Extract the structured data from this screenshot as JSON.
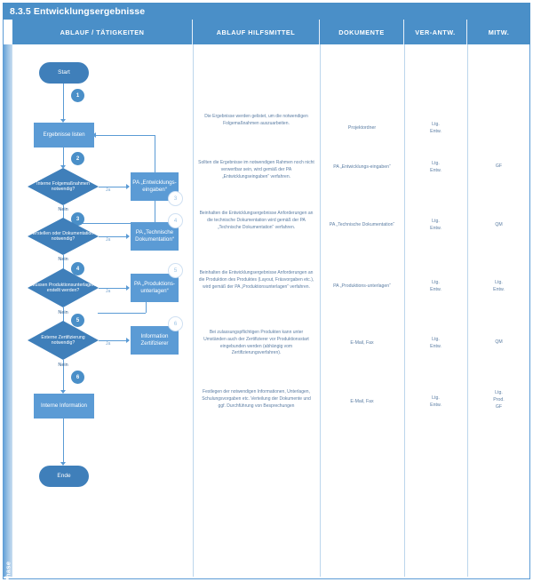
{
  "document": {
    "title": "8.3.5 Entwicklungsergebnisse",
    "phase_label": "Phase",
    "accent_color": "#5b9bd5",
    "header_color": "#4a8fc8",
    "text_color": "#5b7da3"
  },
  "columns": [
    {
      "label": "ABLAUF / TÄTIGKEITEN"
    },
    {
      "label": "ABLAUF HILFSMITTEL"
    },
    {
      "label": "DOKUMENTE"
    },
    {
      "label": "VER-ANTW."
    },
    {
      "label": "MITW."
    }
  ],
  "flow": {
    "start": "Start",
    "end": "Ende",
    "yes_label": "Ja",
    "no_label": "Nein",
    "nodes": [
      {
        "type": "process",
        "text": "Ergebnisse listen",
        "step": "1"
      },
      {
        "type": "decision",
        "text": "Interne Folgemaßnahmen notwendig?",
        "step": "2"
      },
      {
        "type": "decision",
        "text": "Erstellen oder Dokumentation notwendig?",
        "step": "3"
      },
      {
        "type": "decision",
        "text": "Müssen Produktionsunterlagen erstellt werden?",
        "step": "4"
      },
      {
        "type": "decision",
        "text": "Externe Zertifizierung notwendig?",
        "step": "5"
      },
      {
        "type": "process",
        "text": "Interne Information",
        "step": "6"
      }
    ],
    "side_nodes": [
      {
        "text": "PA „Entwicklungs-eingaben“",
        "step": "3"
      },
      {
        "text": "PA „Technische Dokumentation“",
        "step": "4"
      },
      {
        "text": "PA „Produktions-unterlagen“",
        "step": "5"
      },
      {
        "text": "Information Zertifizierer",
        "step": "6"
      }
    ]
  },
  "rows": [
    {
      "hilfsmittel": "Die Ergebnisse werden gelistet, um die notwendigen Folgemaßnahmen auszuarbeiten.",
      "dokumente": "Projektordner",
      "verantw": "Ltg.\nEntw.",
      "mitw": ""
    },
    {
      "hilfsmittel": "Sollten die Ergebnisse im notwendigen Rahmen noch nicht verwertbar sein, wird gemäß der PA „Entwicklungseingaben“ verfahren.",
      "dokumente": "PA „Entwicklungs-eingaben“",
      "verantw": "Ltg.\nEntw.",
      "mitw": "GF"
    },
    {
      "hilfsmittel": "Beinhalten die Entwicklungsergebnisse Anforderungen an die technische Dokumentation wird gemäß der PA „Technische Dokumentation“ verfahren.",
      "dokumente": "PA „Technische Dokumentation“",
      "verantw": "Ltg.\nEntw.",
      "mitw": "QM"
    },
    {
      "hilfsmittel": "Beinhalten die Entwicklungsergebnisse Anforderungen an die Produktion des Produktes (Layout, Fräsvorgaben etc.), wird gemäß der PA „Produktionsunterlagen“ verfahren.",
      "dokumente": "PA „Produktions-unterlagen“",
      "verantw": "Ltg.\nEntw.",
      "mitw": "Ltg.\nEntw."
    },
    {
      "hilfsmittel": "Bei zulassungspflichtigen Produkten kann unter Umständen auch der Zertifizierer vor Produktionsstart eingebunden werden (abhängig vom Zertifizierungsverfahren).",
      "dokumente": "E-Mail, Fax",
      "verantw": "Ltg.\nEntw.",
      "mitw": "QM"
    },
    {
      "hilfsmittel": "Festlegen der notwendigen Informationen, Unterlagen, Schulungsvorgaben etc. Verteilung der Dokumente und ggf. Durchführung von Besprechungen",
      "dokumente": "E-Mail, Fax",
      "verantw": "Ltg.\nEntw.",
      "mitw": "Ltg.\nProd.\nGF"
    }
  ]
}
